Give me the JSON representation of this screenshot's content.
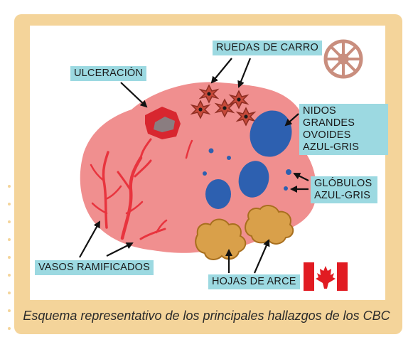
{
  "labels": {
    "ruedas": "RUEDAS DE CARRO",
    "ulceracion": "ULCERACIÓN",
    "nidos": [
      "NIDOS GRANDES",
      "OVOIDES",
      "AZUL-GRIS"
    ],
    "globulos": [
      "GLÓBULOS",
      "AZUL-GRIS"
    ],
    "vasos": "VASOS RAMIFICADOS",
    "hojas": "HOJAS DE ARCE"
  },
  "caption": "Esquema representativo de los principales hallazgos de los CBC",
  "colors": {
    "frame": "#f4d49a",
    "label_bg": "#9cd9e1",
    "lesion": "#f08f8f",
    "vessels": "#e8343e",
    "nests": "#2d60b0",
    "maple_leaf": "#d9a04a",
    "wheel": "#c98e7e",
    "flag_red": "#e11b22"
  },
  "icons": [
    "cartwheel-icon",
    "canada-flag-icon"
  ]
}
